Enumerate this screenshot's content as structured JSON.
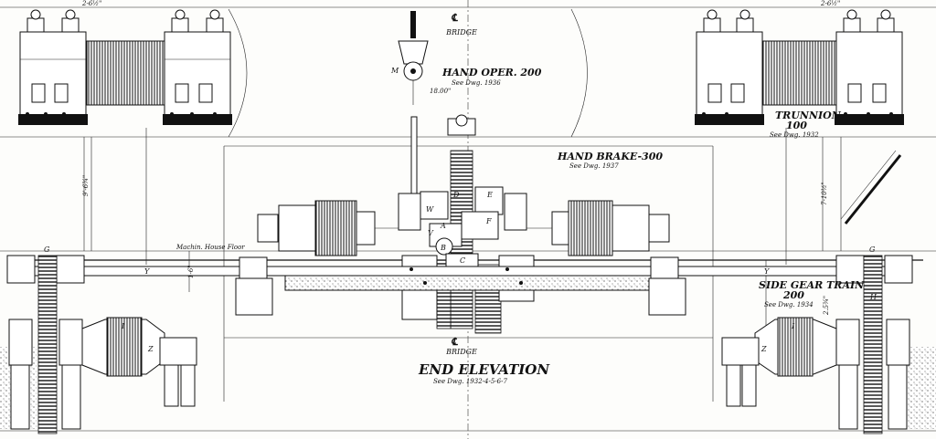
{
  "drawing": {
    "bridge_top": "BRIDGE",
    "bridge_bottom": "BRIDGE",
    "centerline_mark": "℄",
    "hand_oper": {
      "title": "HAND OPER. 200",
      "ref": "See Dwg. 1936",
      "dim": "18.00\""
    },
    "trunnion": {
      "title_line1": "TRUNNION",
      "title_line2": "100",
      "ref": "See Dwg. 1932"
    },
    "hand_brake": {
      "title": "HAND BRAKE-300",
      "ref": "See Dwg. 1937"
    },
    "machin_house_floor": "Machin. House Floor",
    "side_gear_train": {
      "title_line1": "SIDE GEAR TRAIN",
      "title_line2": "200",
      "ref": "See Dwg. 1934"
    },
    "end_elevation": {
      "title": "END ELEVATION",
      "ref": "See Dwg. 1932-4-5-6-7"
    },
    "dims": {
      "top_left": "2-6½\"",
      "top_right": "2-6½\"",
      "left_vertical": "9'-6¾\"",
      "right_vertical": "7-10½\"",
      "left_small": "1-6\"",
      "right_small": "2.5¾\""
    },
    "gear_letters": [
      "D",
      "E",
      "W",
      "V",
      "A",
      "F",
      "B",
      "C"
    ],
    "shaft_marks": [
      "Y",
      "Y",
      "I",
      "I",
      "Z",
      "Z",
      "G",
      "G",
      "H",
      "M"
    ]
  }
}
